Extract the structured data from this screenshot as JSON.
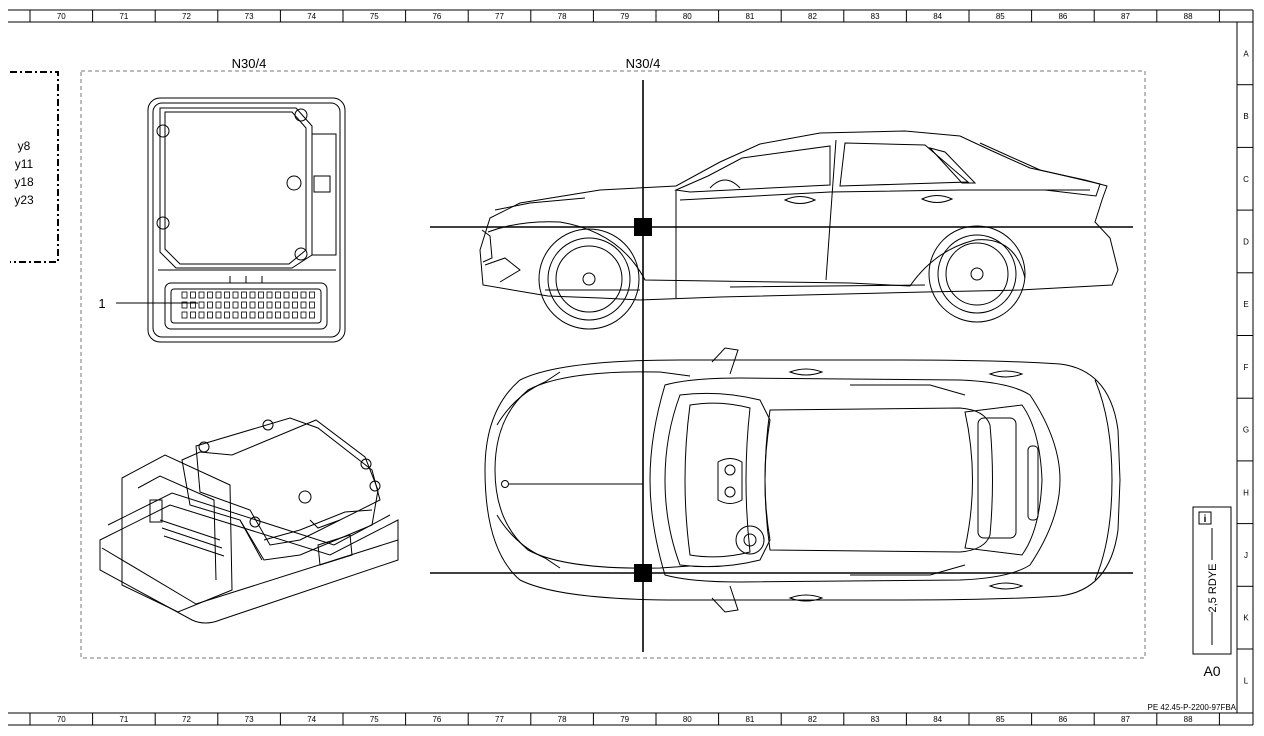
{
  "ruler": {
    "columns": [
      "70",
      "71",
      "72",
      "73",
      "74",
      "75",
      "76",
      "77",
      "78",
      "79",
      "80",
      "81",
      "82",
      "83",
      "84",
      "85",
      "86",
      "87",
      "88"
    ],
    "rows": [
      "A",
      "B",
      "C",
      "D",
      "E",
      "F",
      "G",
      "H",
      "J",
      "K",
      "L"
    ]
  },
  "left_box": {
    "items": [
      "y8",
      "y11",
      "y18",
      "y23"
    ]
  },
  "labels": {
    "component_left": "N30/4",
    "component_center": "N30/4",
    "callout_1": "1"
  },
  "info_box": {
    "wire": "2,5 RDYE",
    "ref": "A0"
  },
  "footer": {
    "document_id": "PE 42.45-P-2200-97FBA"
  }
}
